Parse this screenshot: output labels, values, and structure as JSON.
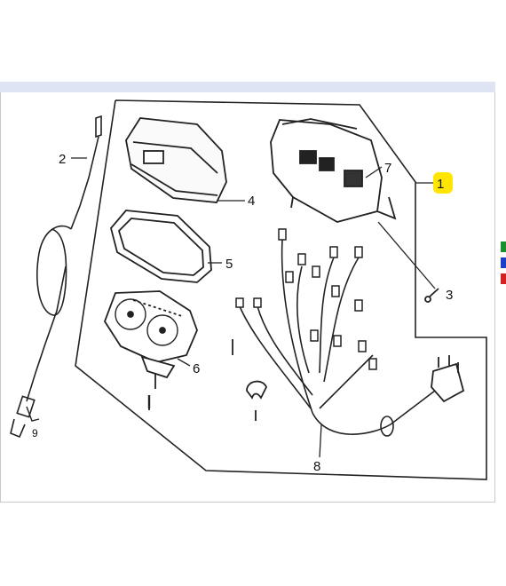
{
  "diagram": {
    "callouts": [
      {
        "id": "1",
        "label": "1",
        "highlight": "#ffe500"
      },
      {
        "id": "2",
        "label": "2"
      },
      {
        "id": "3",
        "label": "3"
      },
      {
        "id": "4",
        "label": "4"
      },
      {
        "id": "5",
        "label": "5"
      },
      {
        "id": "6",
        "label": "6"
      },
      {
        "id": "7",
        "label": "7"
      },
      {
        "id": "8",
        "label": "8"
      },
      {
        "id": "9",
        "label": "9"
      }
    ],
    "colors": {
      "banner": "#dfe4f5",
      "highlight": "#ffe500",
      "edge_green": "#1a8f2e",
      "edge_blue": "#1b3fc4",
      "edge_red": "#d42020"
    }
  }
}
